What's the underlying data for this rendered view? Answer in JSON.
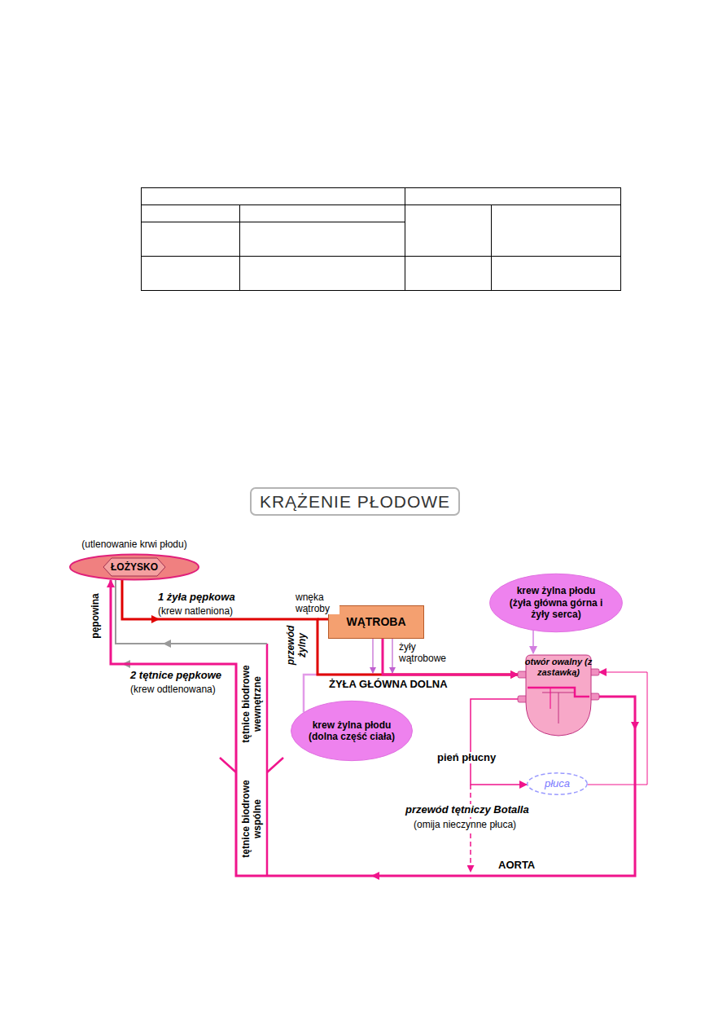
{
  "diagram": {
    "title": "KRĄŻENIE PŁODOWE",
    "nodes": [
      {
        "text": [
          "(utlenowanie krwi płodu)",
          "ŁOŻYSKO"
        ]
      },
      {
        "text": [
          "WĄTROBA"
        ]
      },
      {
        "text": [
          "krew żylna płodu (żyła główna górna i żyły serca)"
        ]
      },
      {
        "text": [
          "otwór owalny (z zastawką)"
        ]
      },
      {
        "text": [
          "krew żylna płodu (dolna część ciała)"
        ]
      },
      {
        "text": [
          "płuca"
        ]
      }
    ],
    "edges": [
      {
        "from": 0,
        "to": 3,
        "arrow": "to"
      },
      {
        "from": 1,
        "to": 3,
        "arrow": "to"
      },
      {
        "from": 4,
        "to": 3,
        "arrow": "none"
      },
      {
        "from": 2,
        "to": 3,
        "arrow": "to"
      },
      {
        "from": 3,
        "to": 5,
        "arrow": "to"
      },
      {
        "from": 5,
        "to": 3,
        "arrow": "to"
      },
      {
        "from": 3,
        "to": 0,
        "arrow": "to"
      }
    ],
    "labels": [
      "1 żyła pępkowa",
      "(krew natleniona)",
      "wnęka wątroby",
      "przewód żylny",
      "żyły wątrobowe",
      "ŻYŁA GŁÓWNA DOLNA",
      "pępowina",
      "2 tętnice pępkowe",
      "(krew odtlenowana)",
      "tętnice biodrowe wewnętrzne",
      "tętnice biodrowe wspólne",
      "pień płucny",
      "przewód tętniczy Botalla",
      "(omija nieczynne płuca)",
      "AORTA"
    ]
  }
}
